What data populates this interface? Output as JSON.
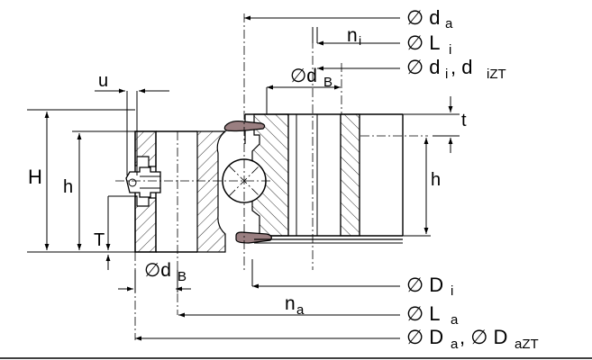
{
  "colors": {
    "line": "#000000",
    "hatch": "#000000",
    "seal_fill": "#9a7f81",
    "background": "#ffffff"
  },
  "labels": {
    "da": "∅ d",
    "da_sub": "a",
    "ni": "n",
    "ni_sub": "i",
    "Li": "∅ L",
    "Li_sub": "i",
    "dB_top": "∅d",
    "dB_top_sub": "B",
    "di": "∅ d",
    "di_sub": "i",
    "di_sep": ", d",
    "diZT_sub": "iZT",
    "u": "u",
    "t": "t",
    "H": "H",
    "h_left": "h",
    "h_right": "h",
    "T": "T",
    "dB_bottom": "∅d",
    "dB_bottom_sub": "B",
    "Di": "∅ D",
    "Di_sub": "i",
    "na": "n",
    "na_sub": "a",
    "La": "∅ L",
    "La_sub": "a",
    "Da": "∅ D",
    "Da_sub": "a",
    "Da_sep": ", ∅ D",
    "DaZT_sub": "aZT"
  }
}
